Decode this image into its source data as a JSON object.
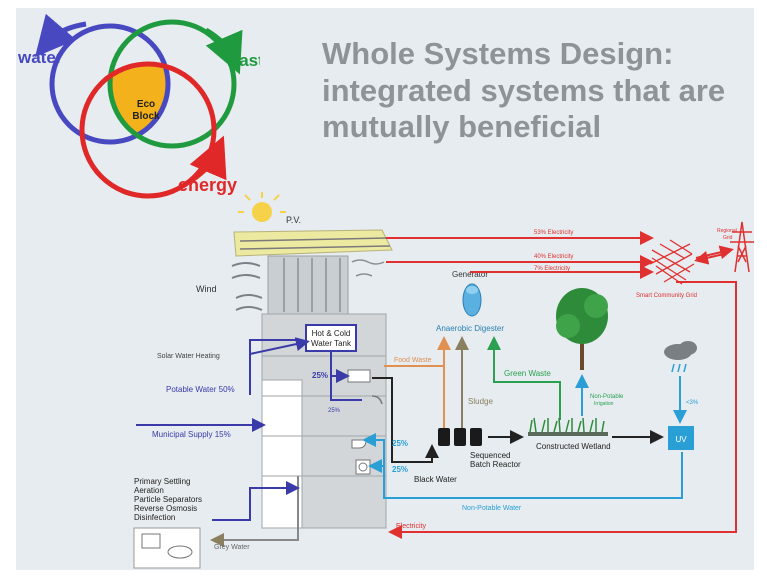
{
  "title": {
    "line1": "Whole Systems Design:",
    "line2": "integrated systems that are",
    "line3": "mutually beneficial"
  },
  "venn": {
    "water": "water",
    "waste": "waste",
    "energy": "energy",
    "center_line1": "Eco",
    "center_line2": "Block",
    "colors": {
      "water": "#4848c0",
      "waste": "#1f9a3e",
      "energy": "#e02828",
      "center": "#f3b21b"
    }
  },
  "diagram": {
    "pv": "P.V.",
    "wind": "Wind",
    "generator": "Generator",
    "anaerobic_digester": "Anaerobic Digester",
    "hot_cold_tank_line1": "Hot & Cold",
    "hot_cold_tank_line2": "Water Tank",
    "solar_water_heating": "Solar Water Heating",
    "potable_water": "Potable Water 50%",
    "municipal_supply": "Municipal Supply 15%",
    "pct_25_a": "25%",
    "pct_25_b": "25%",
    "pct_25_c": "25%",
    "pct_25_shower": "25%",
    "food_waste": "Food Waste",
    "sludge": "Sludge",
    "green_waste": "Green Waste",
    "non_potable_irrigation_line1": "Non-Potable",
    "non_potable_irrigation_line2": "Irrigation",
    "pct_small": "<3%",
    "sequenced_line1": "Sequenced",
    "sequenced_line2": "Batch Reactor",
    "constructed_wetland": "Constructed Wetland",
    "uv": "UV",
    "black_water": "Black Water",
    "non_potable_water": "Non-Potable Water",
    "electricity_bottom": "Electricity",
    "grey_water": "Grey Water",
    "treatment": [
      "Primary Settling",
      "Aeration",
      "Particle Separators",
      "Reverse Osmosis",
      "Disinfection"
    ],
    "electricity_53": "53%  Electricity",
    "electricity_40": "40%  Electricity",
    "electricity_7": "7%  Electricity",
    "smart_grid": "Smart Community Grid",
    "regional_grid_line1": "Regional",
    "regional_grid_line2": "Grid"
  }
}
